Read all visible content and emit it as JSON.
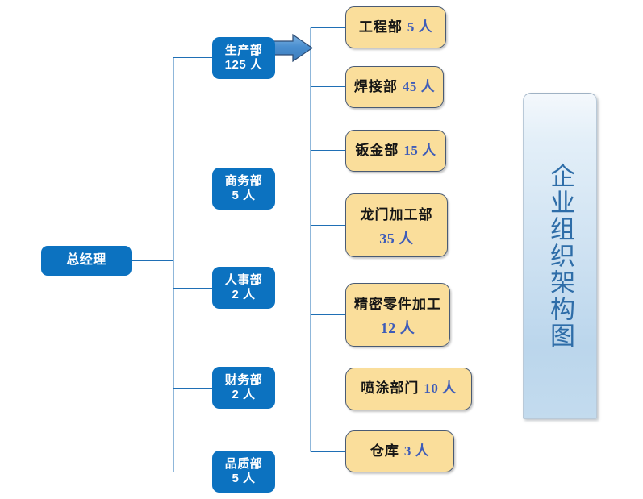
{
  "diagram": {
    "title_vertical": "企业组织架构图",
    "root": {
      "name": "总经理"
    },
    "level1": [
      {
        "key": "production",
        "name": "生产部",
        "count": "125 人"
      },
      {
        "key": "business",
        "name": "商务部",
        "count": "5 人"
      },
      {
        "key": "hr",
        "name": "人事部",
        "count": "2 人"
      },
      {
        "key": "finance",
        "name": "财务部",
        "count": "2 人"
      },
      {
        "key": "quality",
        "name": "品质部",
        "count": "5 人"
      }
    ],
    "level2": [
      {
        "key": "engineering",
        "name": "工程部",
        "count": "5 人"
      },
      {
        "key": "welding",
        "name": "焊接部",
        "count": "45 人"
      },
      {
        "key": "sheetmetal",
        "name": "钣金部",
        "count": "15 人"
      },
      {
        "key": "gantry",
        "name": "龙门加工部",
        "count": "35 人"
      },
      {
        "key": "precision",
        "name": "精密零件加工",
        "count": "12 人"
      },
      {
        "key": "painting",
        "name": "喷涂部门",
        "count": "10 人"
      },
      {
        "key": "warehouse",
        "name": "仓库",
        "count": "3 人"
      }
    ],
    "colors": {
      "node_blue": "#0C72C0",
      "node_yellow": "#FADE9B",
      "node_yellow_border": "#4A5B74",
      "connector": "#1F6FB5",
      "count_text": "#3E5CB8",
      "title_text": "#2E6DA8",
      "arrow": "#4A8FD0"
    }
  }
}
